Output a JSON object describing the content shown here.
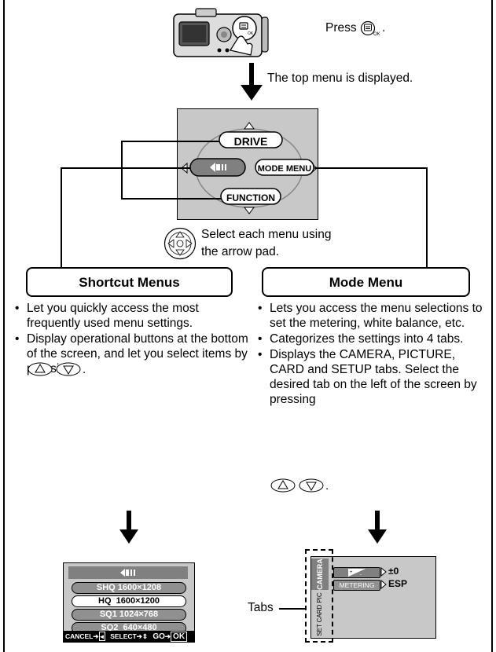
{
  "header": {
    "press_text": "Press",
    "top_menu_text": "The top menu is displayed."
  },
  "top_menu": {
    "drive": "DRIVE",
    "mode_menu": "MODE MENU",
    "function": "FUNCTION"
  },
  "arrow_pad": {
    "line1": "Select each menu using",
    "line2": "the arrow pad."
  },
  "shortcut": {
    "title": "Shortcut Menus",
    "bullets": [
      "Let you quickly access the most frequently used menu settings.",
      "Display operational buttons at the bottom of the screen, and let you select items by pressing"
    ]
  },
  "mode": {
    "title": "Mode Menu",
    "bullets": [
      "Lets you access the menu selections to set the metering, white balance, etc.",
      "Categorizes the settings into 4 tabs.",
      "Displays the CAMERA, PICTURE, CARD and SETUP tabs. Select the desired tab on the left of the screen by pressing"
    ]
  },
  "quality_screen": {
    "rows": [
      "SHQ 1600×1208",
      "HQ  1600×1200",
      "SQ1 1024×768",
      "SQ2  640×480"
    ],
    "footer_cancel": "CANCEL",
    "footer_select": "SELECT",
    "footer_go": "GO",
    "footer_ok": "OK"
  },
  "mode_screen": {
    "tab_camera": "CAMERA",
    "tab_pic": "PIC",
    "tab_card": "CARD",
    "tab_set": "SET",
    "row1_value": "±0",
    "row2_label": "METERING",
    "row2_value": "ESP",
    "tabs_label": "Tabs"
  },
  "colors": {
    "screen_gray": "#c8c8c8",
    "panel_dark": "#808080",
    "ink": "#000000"
  }
}
